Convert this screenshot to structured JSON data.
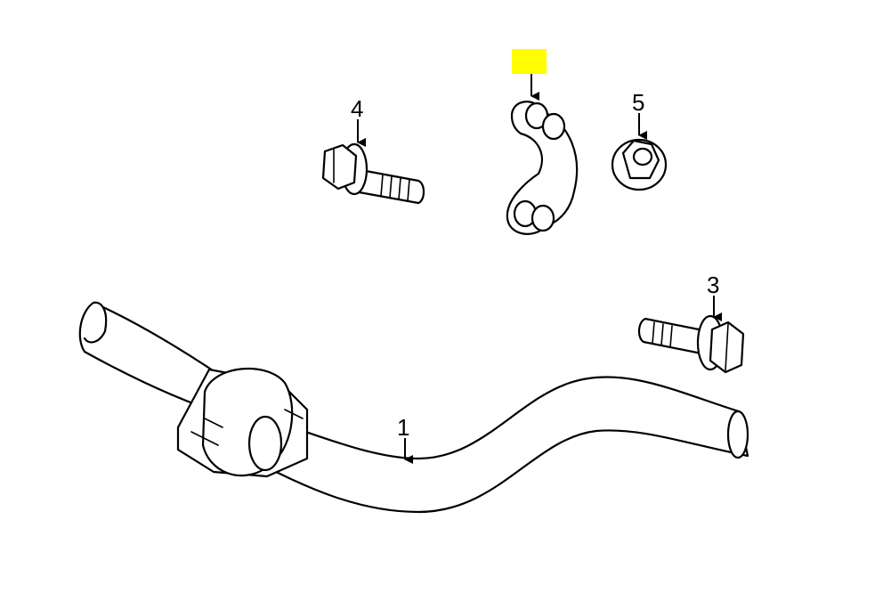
{
  "diagram": {
    "callouts": [
      {
        "id": "1",
        "label": "1",
        "part": "stabilizer-bar"
      },
      {
        "id": "2",
        "label": "",
        "part": "link",
        "highlight_color": "#ffff00"
      },
      {
        "id": "3",
        "label": "3",
        "part": "bolt"
      },
      {
        "id": "4",
        "label": "4",
        "part": "bolt"
      },
      {
        "id": "5",
        "label": "5",
        "part": "nut"
      }
    ]
  }
}
